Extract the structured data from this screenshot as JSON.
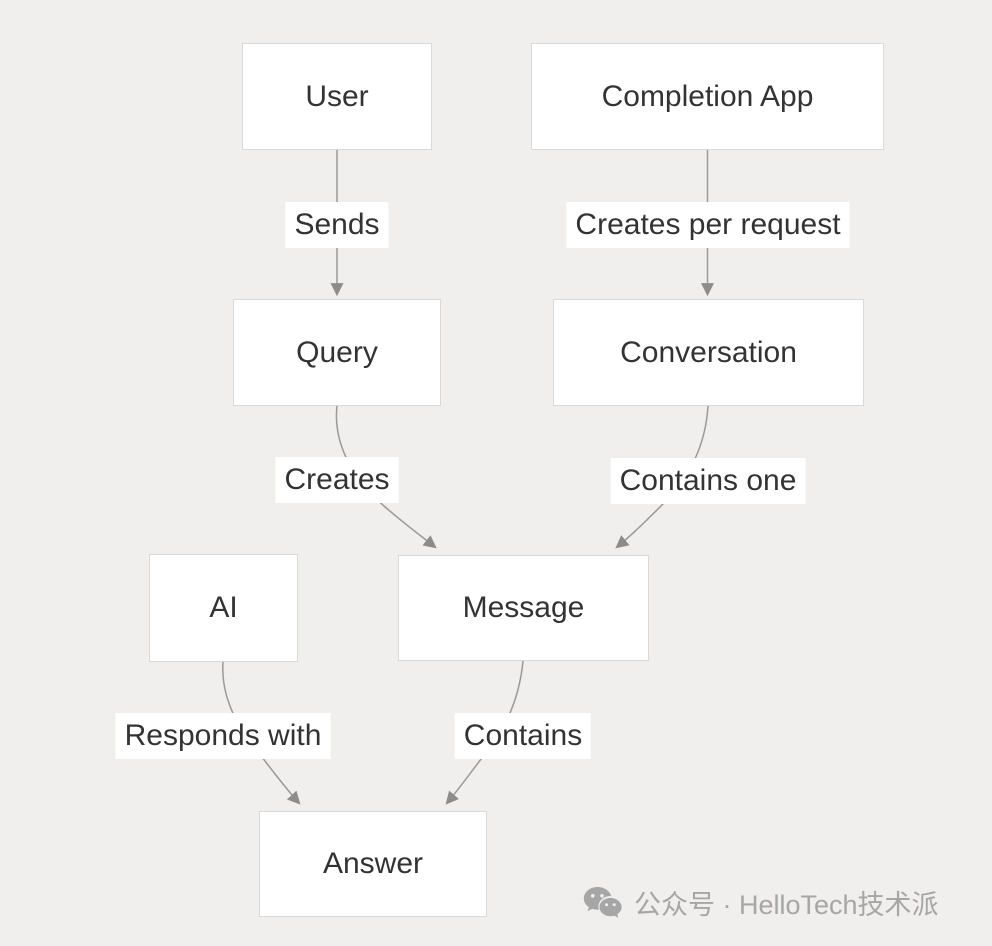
{
  "diagram": {
    "type": "flowchart",
    "nodes": [
      {
        "id": "user",
        "label": "User"
      },
      {
        "id": "completion-app",
        "label": "Completion App"
      },
      {
        "id": "query",
        "label": "Query"
      },
      {
        "id": "conversation",
        "label": "Conversation"
      },
      {
        "id": "ai",
        "label": "AI"
      },
      {
        "id": "message",
        "label": "Message"
      },
      {
        "id": "answer",
        "label": "Answer"
      }
    ],
    "edges": [
      {
        "from": "User",
        "to": "Query",
        "label": "Sends"
      },
      {
        "from": "Completion App",
        "to": "Conversation",
        "label": "Creates per request"
      },
      {
        "from": "Query",
        "to": "Message",
        "label": "Creates"
      },
      {
        "from": "Conversation",
        "to": "Message",
        "label": "Contains one"
      },
      {
        "from": "AI",
        "to": "Answer",
        "label": "Responds with"
      },
      {
        "from": "Message",
        "to": "Answer",
        "label": "Contains"
      }
    ]
  },
  "watermark": {
    "text": "公众号 · HelloTech技术派",
    "icon": "wechat-icon"
  },
  "colors": {
    "background": "#f0efed",
    "node_fill": "#ffffff",
    "node_border": "#d9d9d9",
    "text": "#333333",
    "arrow_line": "#999999",
    "arrow_head": "#8c8c8c",
    "edge_label_bg": "#ffffff",
    "watermark": "#a6a6a6"
  }
}
